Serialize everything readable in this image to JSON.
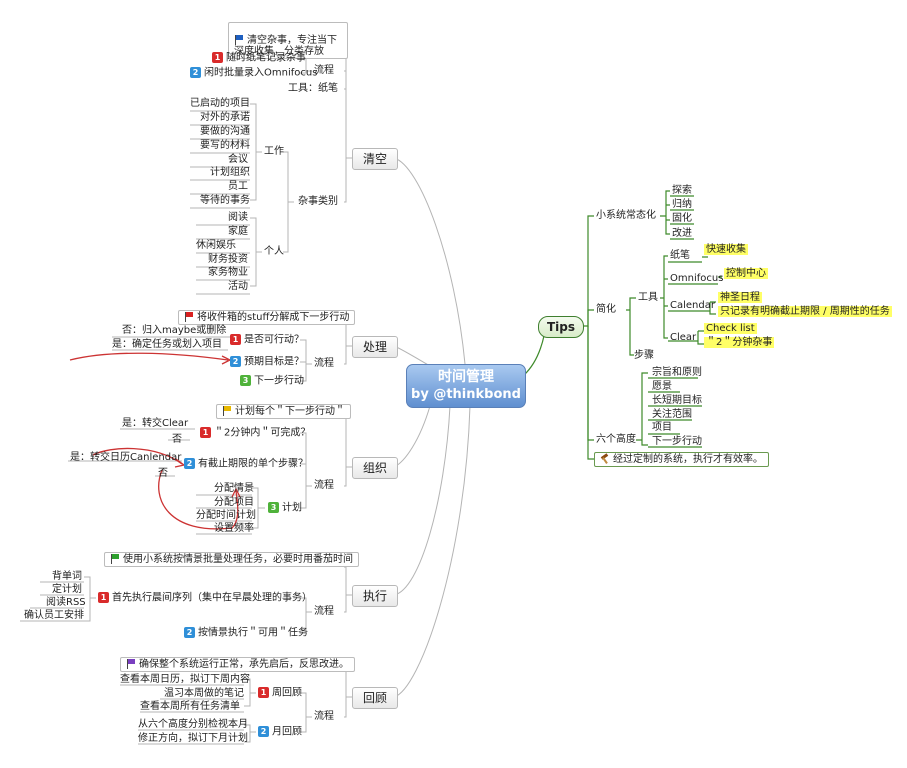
{
  "center": {
    "title": "时间管理",
    "subtitle": "by @thinkbond"
  },
  "colors": {
    "tree_line": "#b4b4b4",
    "tips_line": "#3e8a2a",
    "arrow": "#cc3333",
    "center_top": "#a9c9f0",
    "center_bottom": "#5f8fd0"
  },
  "qingkong": {
    "label": "清空",
    "note": "清空杂事，专注当下\n深度收集，分类存放",
    "flow_label": "流程",
    "flow": [
      "随时纸笔记录杂事",
      "闲时批量录入Omnifocus"
    ],
    "tools": "工具：纸笔",
    "categories_label": "杂事类别",
    "work_label": "工作",
    "work": [
      "已启动的项目",
      "对外的承诺",
      "要做的沟通",
      "要写的材料",
      "会议",
      "计划组织",
      "员工",
      "等待的事务"
    ],
    "personal_label": "个人",
    "personal": [
      "阅读",
      "家庭",
      "休闲娱乐",
      "财务投资",
      "家务物业",
      "活动"
    ]
  },
  "chuli": {
    "label": "处理",
    "note": "将收件箱的stuff分解成下一步行动",
    "flow_label": "流程",
    "q1": "是否可行动？",
    "q1_no": "否：归入maybe或删除",
    "q1_yes": "是：确定任务或划入项目",
    "q2": "预期目标是？",
    "q3": "下一步行动"
  },
  "zuzhi": {
    "label": "组织",
    "note": "计划每个＂下一步行动＂",
    "flow_label": "流程",
    "q1": "＂2分钟内＂可完成？",
    "q1_yes": "是：转交Clear",
    "q1_no": "否",
    "q2": "有截止期限的单个步骤？",
    "q2_yes": "是：转交日历Canlendar",
    "q2_no": "否",
    "plan_label": "计划",
    "plan": [
      "分配情景",
      "分配项目",
      "分配时间计划",
      "设置频率"
    ]
  },
  "zhixing": {
    "label": "执行",
    "note": "使用小系统按情景批量处理任务，必要时用番茄时间",
    "flow_label": "流程",
    "s1": "首先执行晨间序列（集中在早晨处理的事务）",
    "s1_items": [
      "背单词",
      "定计划",
      "阅读RSS",
      "确认员工安排"
    ],
    "s2": "按情景执行＂可用＂任务"
  },
  "huigu": {
    "label": "回顾",
    "note": "确保整个系统运行正常，承先启后，反思改进。",
    "flow_label": "流程",
    "week_label": "周回顾",
    "week": [
      "查看本周日历，拟订下周内容",
      "温习本周做的笔记",
      "查看本周所有任务清单"
    ],
    "month_label": "月回顾",
    "month": [
      "从六个高度分别检视本月",
      "修正方向，拟订下月计划"
    ]
  },
  "tips": {
    "label": "Tips",
    "small_label": "小系统常态化",
    "small": [
      "探索",
      "归纳",
      "固化",
      "改进"
    ],
    "simplify_label": "简化",
    "tools_label": "工具",
    "tools": [
      {
        "name": "纸笔",
        "notes": [
          "快速收集"
        ]
      },
      {
        "name": "Omnifocus",
        "notes": [
          "控制中心"
        ]
      },
      {
        "name": "Calendar",
        "notes": [
          "神圣日程",
          "只记录有明确截止期限 / 周期性的任务"
        ]
      },
      {
        "name": "Clear",
        "notes": [
          "Check list",
          "＂2＂分钟杂事"
        ]
      }
    ],
    "steps_label": "步骤",
    "six_label": "六个高度",
    "six": [
      "宗旨和原则",
      "愿景",
      "长短期目标",
      "关注范围",
      "项目",
      "下一步行动"
    ],
    "final": "经过定制的系统，执行才有效率。"
  }
}
